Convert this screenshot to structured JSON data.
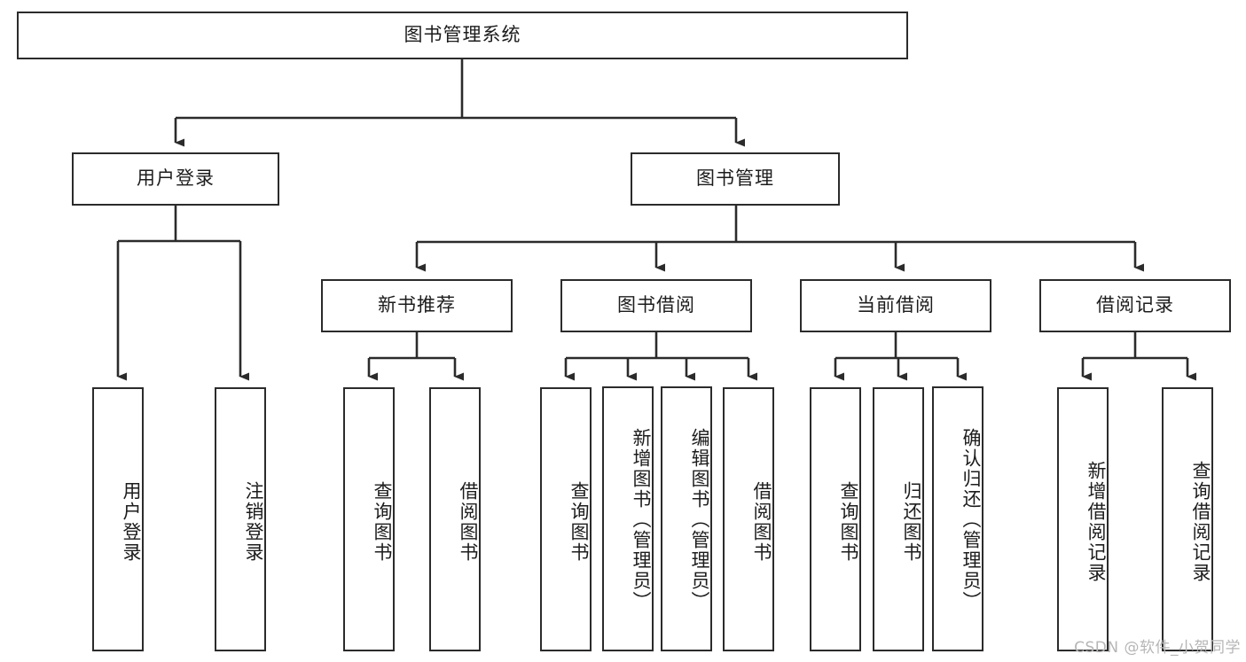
{
  "diagram": {
    "title": "图书管理系统",
    "watermark": "CSDN @软件_小贺同学",
    "colors": {
      "box_border": "#2b2b2b",
      "box_fill": "#ffffff",
      "line": "#2b2b2b",
      "text": "#1c1c1c",
      "watermark": "#b6b6b6"
    },
    "root": {
      "label": "图书管理系统"
    },
    "level2": [
      {
        "label": "用户登录"
      },
      {
        "label": "图书管理"
      }
    ],
    "level3": [
      {
        "label": "新书推荐"
      },
      {
        "label": "图书借阅"
      },
      {
        "label": "当前借阅"
      },
      {
        "label": "借阅记录"
      }
    ],
    "leaves": {
      "user_login": [
        {
          "label": "用户登录"
        },
        {
          "label": "注销登录"
        }
      ],
      "new_book_recommend": [
        {
          "label": "查询图书"
        },
        {
          "label": "借阅图书"
        }
      ],
      "book_borrow": [
        {
          "label": "查询图书"
        },
        {
          "label": "新增图书（管理员）"
        },
        {
          "label": "编辑图书（管理员）"
        },
        {
          "label": "借阅图书"
        }
      ],
      "current_borrow": [
        {
          "label": "查询图书"
        },
        {
          "label": "归还图书"
        },
        {
          "label": "确认归还（管理员）"
        }
      ],
      "borrow_record": [
        {
          "label": "新增借阅记录"
        },
        {
          "label": "查询借阅记录"
        }
      ]
    }
  }
}
